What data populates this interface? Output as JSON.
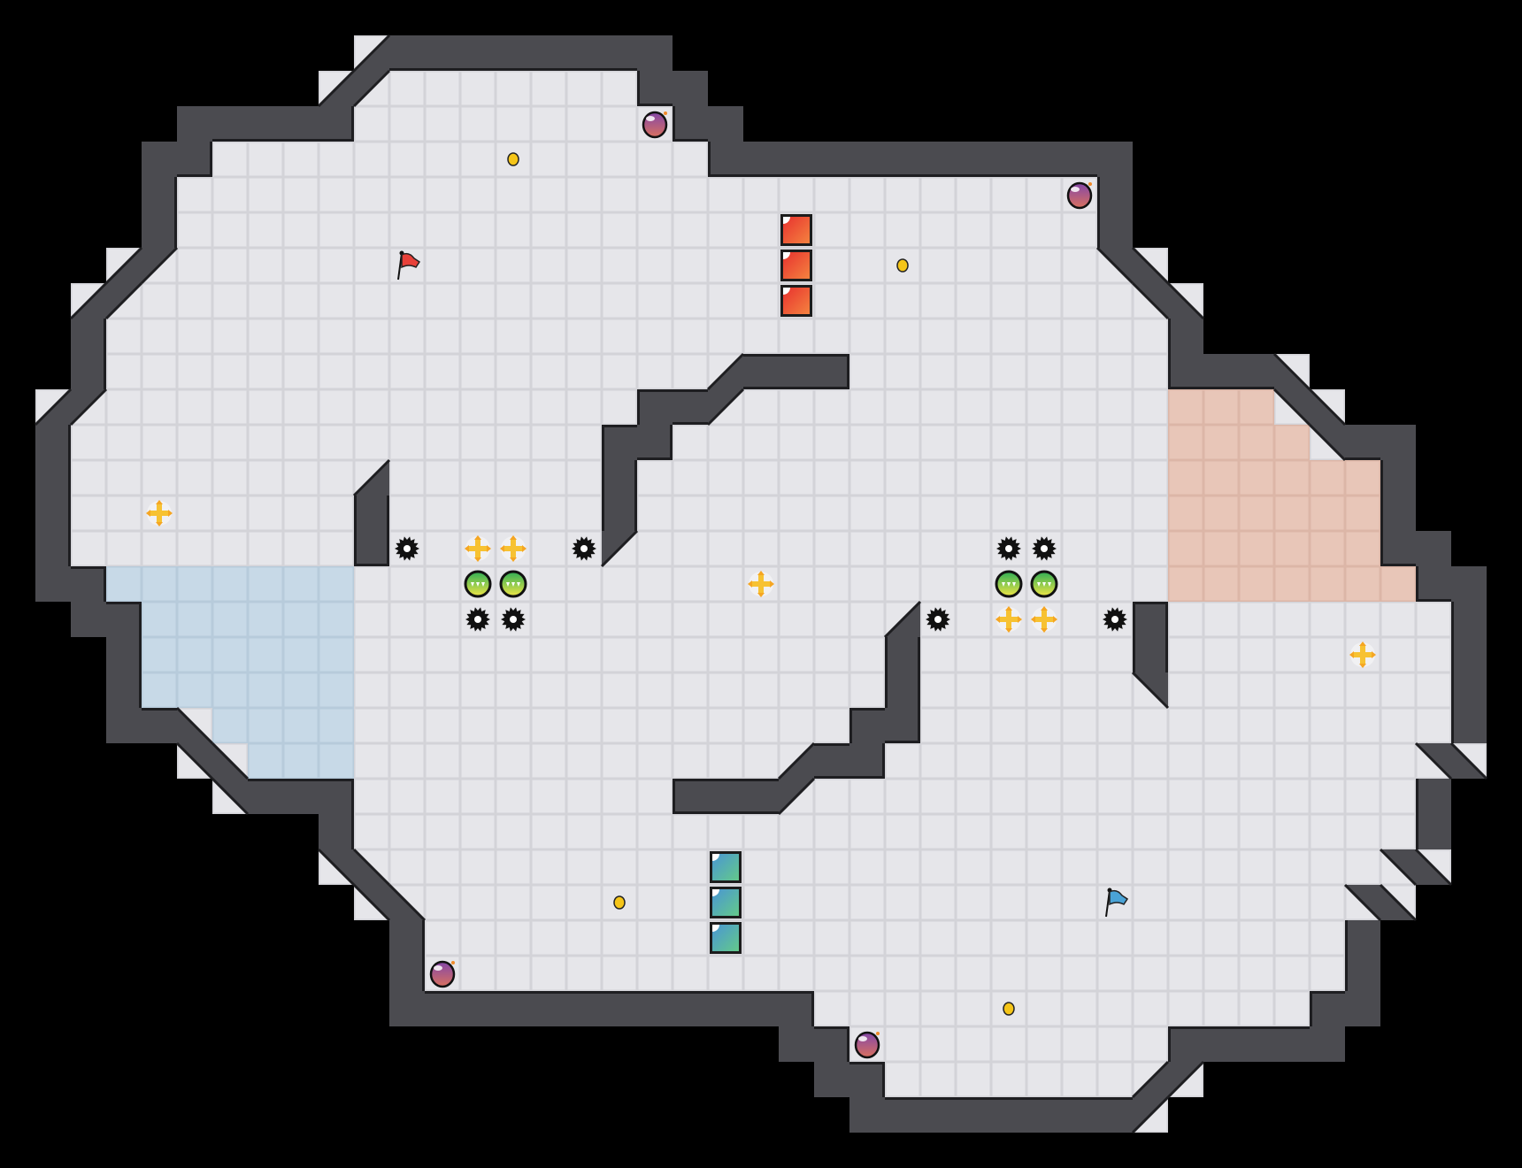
{
  "game": {
    "view": "map-overview",
    "colors": {
      "background": "#000000",
      "floor": "#e6e6ea",
      "floor_grout": "#d3d3d8",
      "wall": "#4b4b50",
      "wall_edge": "#1e1e21",
      "red_zone": "#e8c6b8",
      "red_zone_grout": "#dcb6a7",
      "blue_zone": "#c7d9e7",
      "blue_zone_grout": "#b7cbdb",
      "red_gate": "#ee4b3a",
      "red_gate_alt": "#f27a42",
      "blue_gate": "#4f9bcf",
      "blue_gate_alt": "#5fc28e",
      "bomb": "#8e4fa3",
      "bomb_alt": "#d06a6a",
      "boost": "#f7c232",
      "spike": "#111111",
      "pad_green": "#3fb24f",
      "pad_yellow": "#e8e04a",
      "dot": "#f5c518",
      "red_flag": "#e8413a",
      "blue_flag": "#4aa3d6"
    },
    "entities": {
      "red_flag": {
        "icon": "red-flag-icon",
        "count": 1
      },
      "blue_flag": {
        "icon": "blue-flag-icon",
        "count": 1
      },
      "bombs": {
        "icon": "bomb-icon",
        "count": 4
      },
      "dots": {
        "icon": "yellow-dot-icon",
        "count": 4
      },
      "red_gates": {
        "icon": "red-gate-icon",
        "count": 3
      },
      "blue_gates": {
        "icon": "blue-gate-icon",
        "count": 3
      },
      "boosts": {
        "icon": "boost-icon",
        "count": 7
      },
      "spikes": {
        "icon": "spike-icon",
        "count": 8
      },
      "speed_pads": {
        "icon": "speed-pad-icon",
        "count": 4
      }
    }
  }
}
